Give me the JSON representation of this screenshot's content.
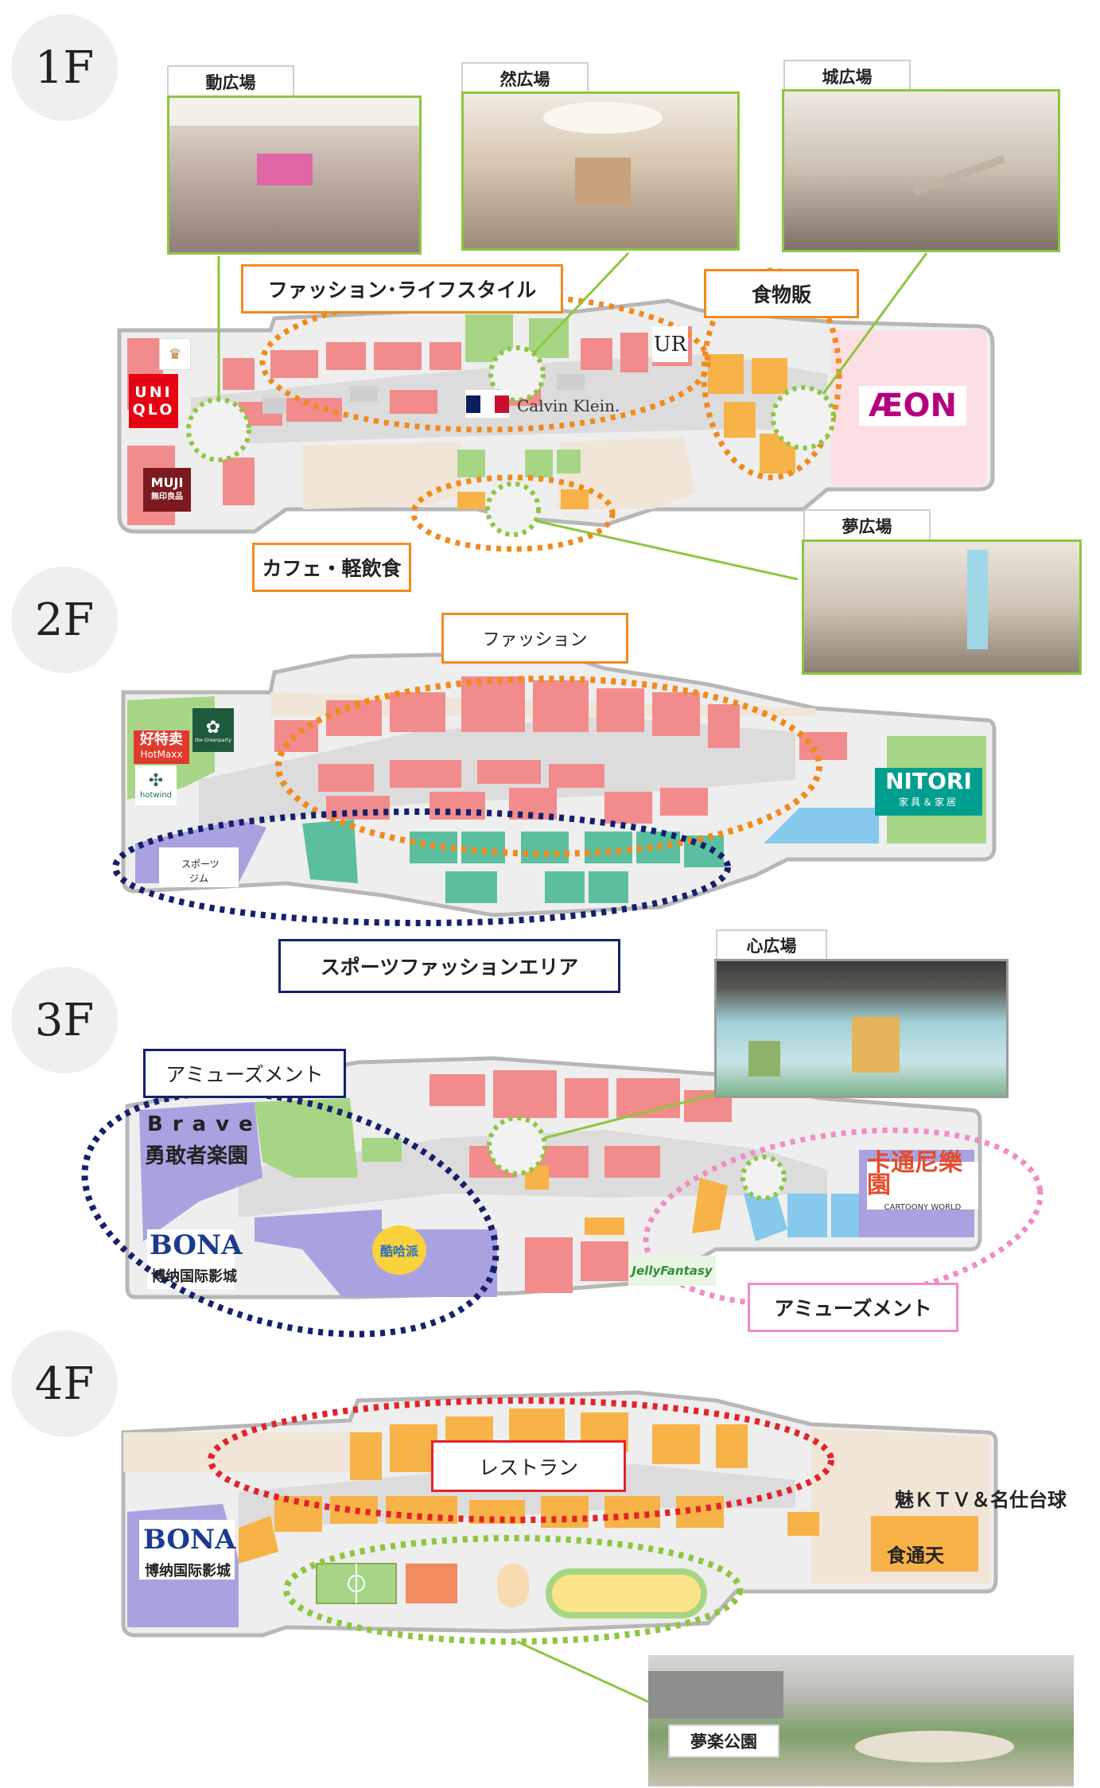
{
  "floors": {
    "f1": {
      "label": "1F",
      "zones": {
        "fashion_lifestyle": "ファッション･ライフスタイル",
        "food_sales": "食物販",
        "cafe": "カフェ・軽飲食"
      },
      "plazas": {
        "dou": "動広場",
        "zen": "然広場",
        "jou": "城広場",
        "yume": "夢広場"
      },
      "brands": {
        "uniqlo_top": "UNI",
        "uniqlo_bottom": "QLO",
        "muji_top": "MUJI",
        "muji_bottom": "無印良品",
        "aeon": "ÆON",
        "calvin": "Calvin Klein.",
        "ur": "UR"
      }
    },
    "f2": {
      "label": "2F",
      "zones": {
        "fashion": "ファッション",
        "sports_fashion": "スポーツファッションエリア"
      },
      "labels": {
        "gym_1": "スポーツ",
        "gym_2": "ジム"
      },
      "brands": {
        "hotmaxx_cn": "好特卖",
        "hotmaxx_en": "HotMaxx",
        "greenparty": "the Greenparty",
        "hotwind": "hotwind",
        "nitori": "NITORI",
        "nitori_sub": "家具＆家居"
      }
    },
    "f3": {
      "label": "3F",
      "zones": {
        "amusement_left": "アミューズメント",
        "amusement_right": "アミューズメント"
      },
      "plazas": {
        "shin": "心広場"
      },
      "brands": {
        "brave": "Brave",
        "brave_cn": "勇敢者楽園",
        "bona": "BONA",
        "bona_cn": "博纳国际影城",
        "cartoony_cn": "卡通尼樂園",
        "cartoony_en": "CARTOONY WORLD",
        "jellyfantasy": "JellyFantasy",
        "coolhood": "酷哈派"
      }
    },
    "f4": {
      "label": "4F",
      "zones": {
        "restaurant": "レストラン"
      },
      "labels": {
        "ktv": "魅ＫＴＶ＆名仕台球",
        "shokutsuten": "食通天",
        "park": "夢楽公園"
      },
      "brands": {
        "bona": "BONA",
        "bona_cn": "博纳国际影城"
      }
    }
  },
  "colors": {
    "fashion": "#f28b8b",
    "food": "#f7b347",
    "green": "#a6d685",
    "teal": "#5bbf9f",
    "lavender": "#a9a2e0",
    "blue": "#86c9ec",
    "corridor": "#e0e0e0",
    "beige": "#f1e5d8",
    "pink_anchor": "#fbdfe3",
    "orange_ring": "#f08a1c",
    "navy_ring": "#14206e",
    "pink_ring": "#f08cc6",
    "red_ring": "#e2232a",
    "green_ring": "#8cc63f"
  }
}
